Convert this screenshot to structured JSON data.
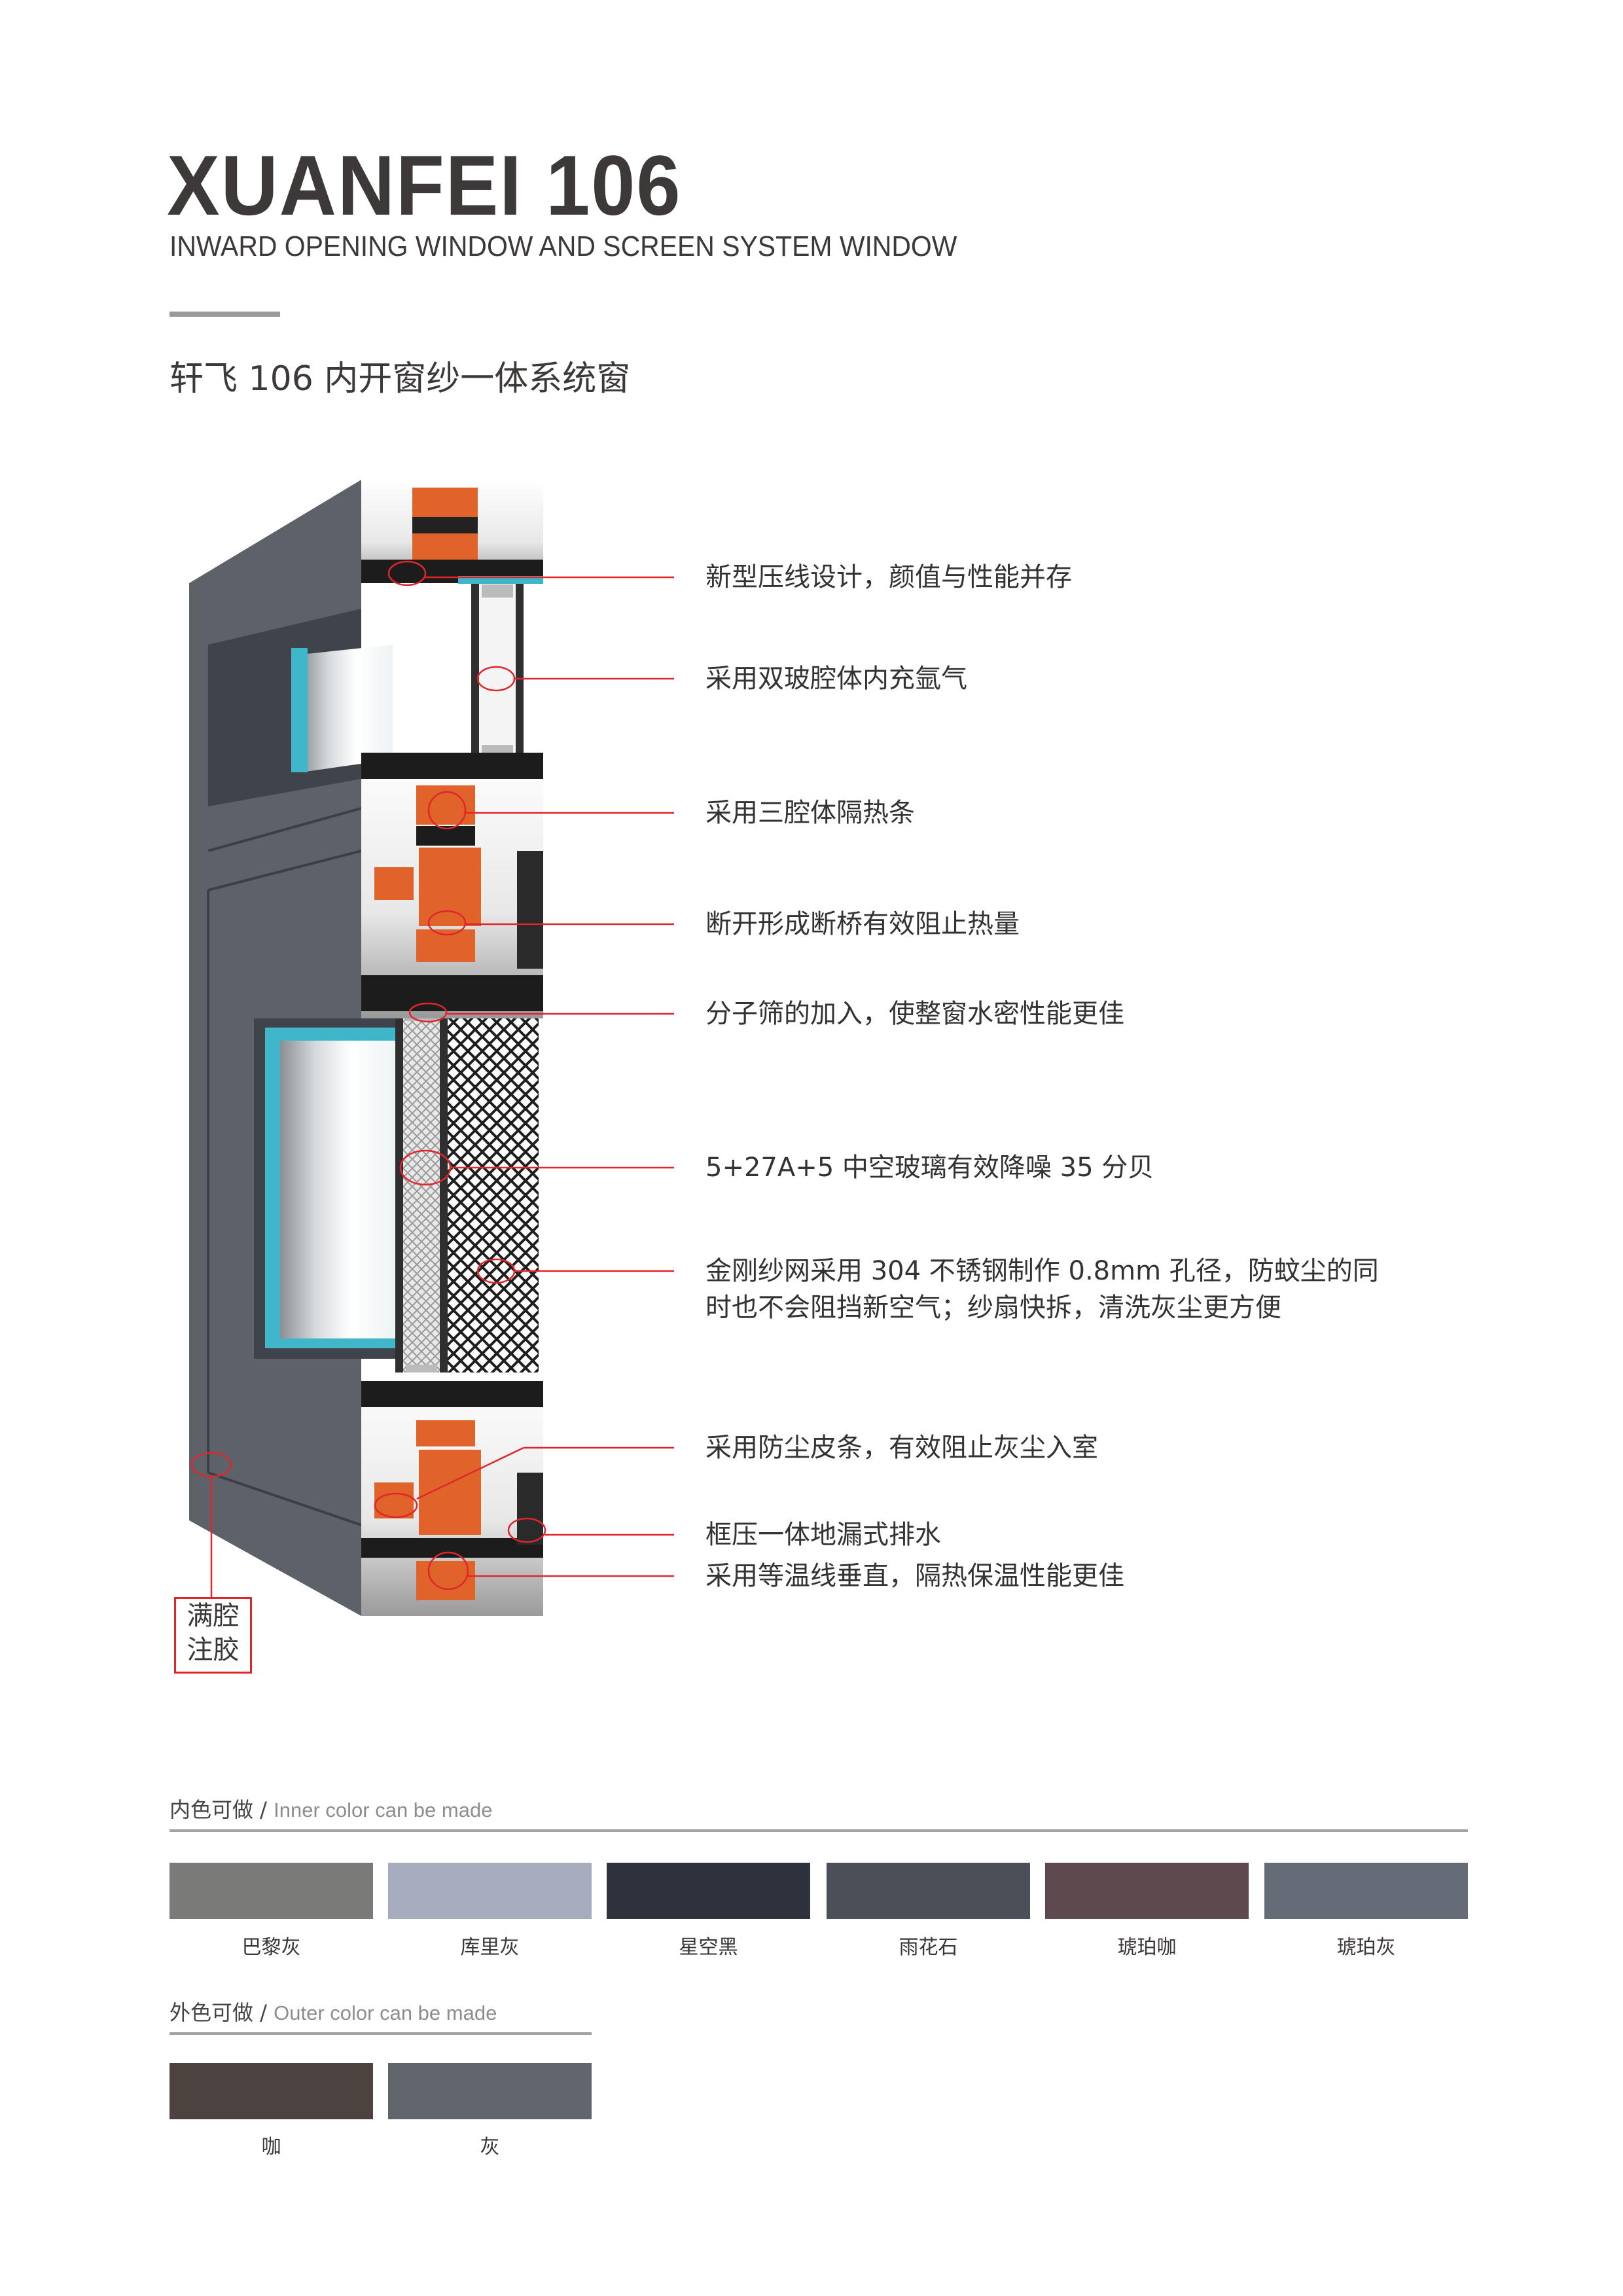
{
  "header": {
    "title": "XUANFEI  106",
    "subtitle": "INWARD OPENING WINDOW AND SCREEN SYSTEM WINDOW",
    "cn_title": "轩飞 106 内开窗纱一体系统窗"
  },
  "features": [
    {
      "text": "新型压线设计，颜值与性能并存"
    },
    {
      "text": "采用双玻腔体内充氩气"
    },
    {
      "text": "采用三腔体隔热条"
    },
    {
      "text": "断开形成断桥有效阻止热量"
    },
    {
      "text": "分子筛的加入，使整窗水密性能更佳"
    },
    {
      "text": "5+27A+5 中空玻璃有效降噪 35 分贝"
    },
    {
      "text": "金刚纱网采用 304 不锈钢制作 0.8mm 孔径，防蚊尘的同",
      "text2": "时也不会阻挡新空气；纱扇快拆，清洗灰尘更方便"
    },
    {
      "text": "采用防尘皮条，有效阻止灰尘入室"
    },
    {
      "text": "框压一体地漏式排水"
    },
    {
      "text": "采用等温线垂直，隔热保温性能更佳"
    }
  ],
  "callout_box": {
    "line1": "满腔",
    "line2": "注胶"
  },
  "accent_color": "#e0262b",
  "inner_colors": {
    "label_cn": "内色可做 /",
    "label_en": "Inner color can be made",
    "swatches": [
      {
        "name": "巴黎灰",
        "color": "#7a7b78"
      },
      {
        "name": "库里灰",
        "color": "#a6adbf"
      },
      {
        "name": "星空黑",
        "color": "#2d323c"
      },
      {
        "name": "雨花石",
        "color": "#4a4f58"
      },
      {
        "name": "琥珀咖",
        "color": "#5e4a4e"
      },
      {
        "name": "琥珀灰",
        "color": "#656b77"
      }
    ]
  },
  "outer_colors": {
    "label_cn": "外色可做 /",
    "label_en": "Outer color can be made",
    "swatches": [
      {
        "name": "咖",
        "color": "#4c4341"
      },
      {
        "name": "灰",
        "color": "#61656c"
      }
    ]
  }
}
